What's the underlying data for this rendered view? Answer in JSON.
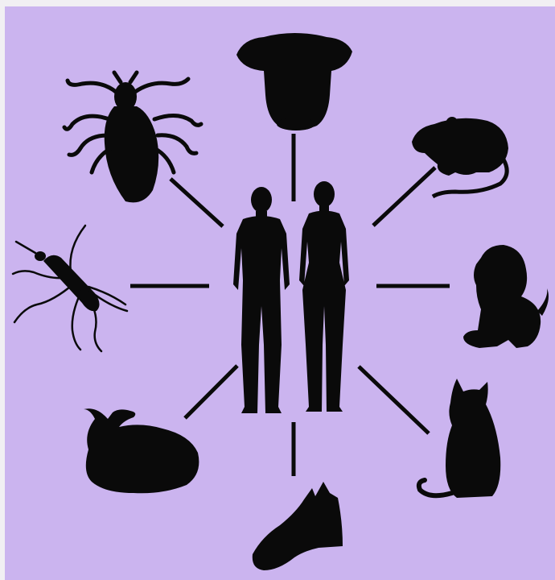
{
  "diagram": {
    "background_color": "#cbb4ef",
    "silhouette_color": "#0a0a0a",
    "page_color": "#f1eff3",
    "center": {
      "icons": [
        "man-silhouette-icon",
        "woman-silhouette-icon"
      ]
    },
    "nodes": [
      {
        "icon": "cow-head-icon",
        "direction": "top"
      },
      {
        "icon": "rat-icon",
        "direction": "top-right"
      },
      {
        "icon": "dog-icon",
        "direction": "right"
      },
      {
        "icon": "cat-icon",
        "direction": "bottom-right"
      },
      {
        "icon": "horse-head-icon",
        "direction": "bottom"
      },
      {
        "icon": "rabbit-icon",
        "direction": "bottom-left"
      },
      {
        "icon": "mosquito-icon",
        "direction": "left"
      },
      {
        "icon": "louse-icon",
        "direction": "top-left"
      }
    ]
  }
}
